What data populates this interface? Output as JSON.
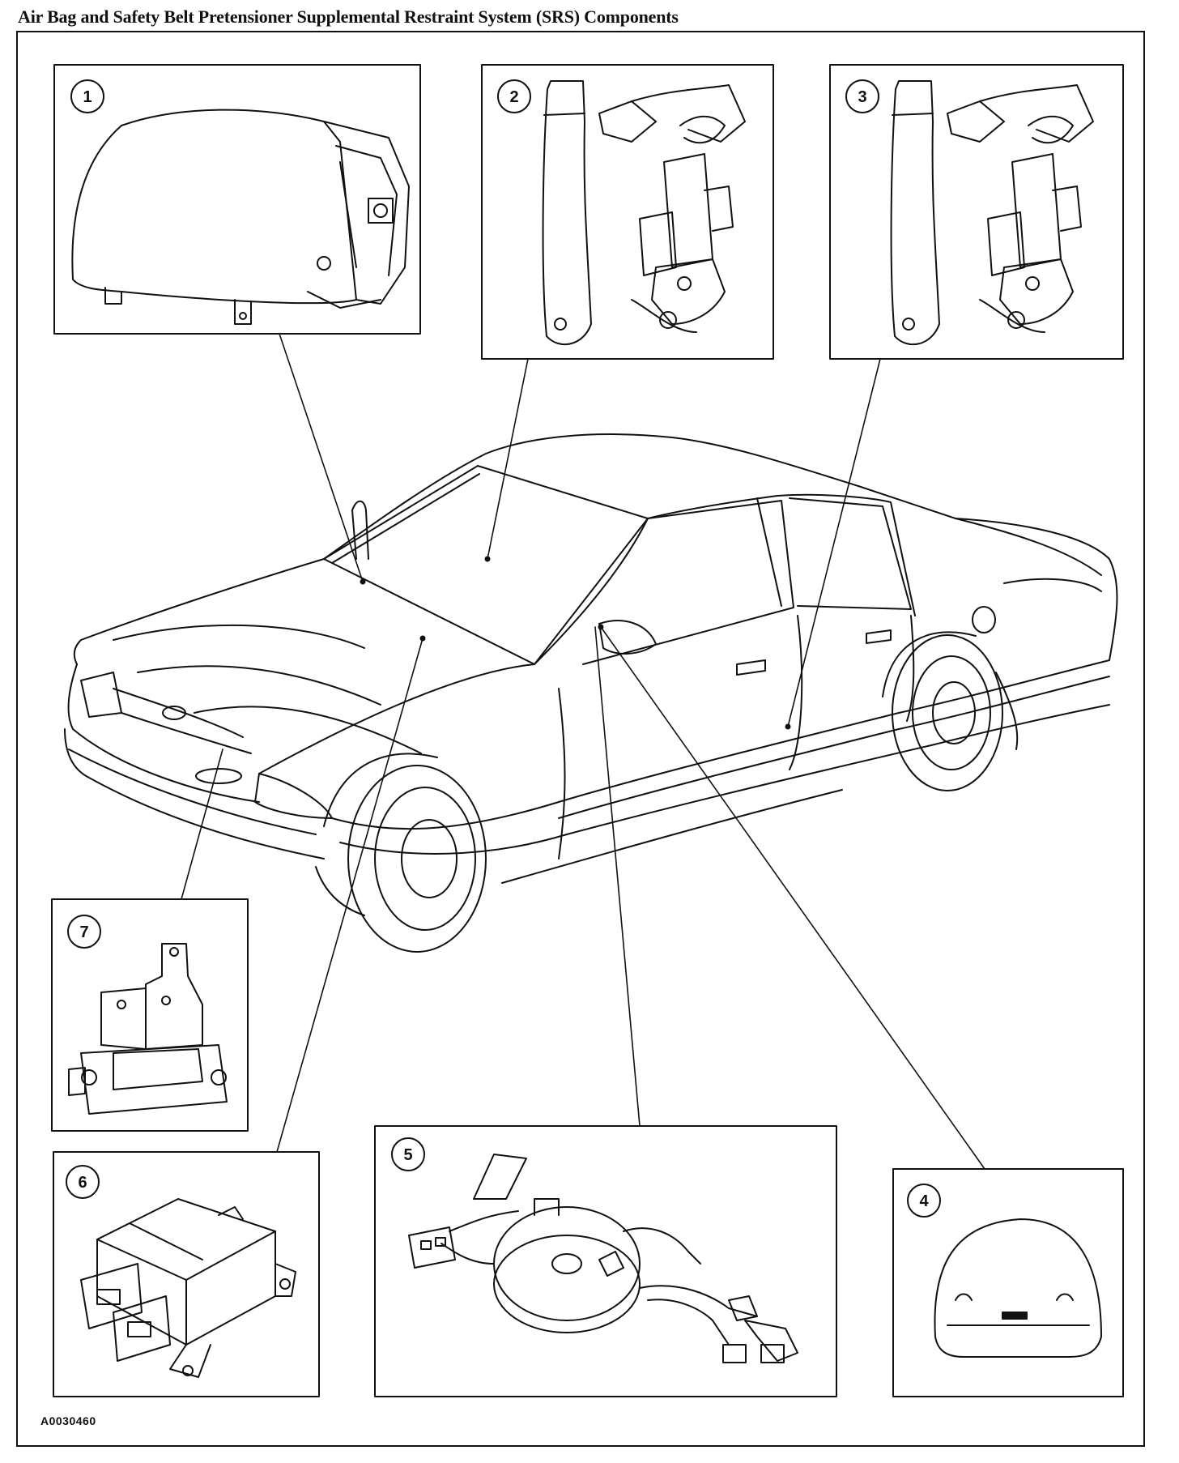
{
  "title": "Air Bag and Safety Belt Pretensioner Supplemental Restraint System (SRS) Components",
  "figure_code": "A0030460",
  "callouts": [
    {
      "id": "1",
      "component": "passenger-air-bag-module"
    },
    {
      "id": "2",
      "component": "driver-safety-belt-pretensioner"
    },
    {
      "id": "3",
      "component": "passenger-safety-belt-pretensioner"
    },
    {
      "id": "4",
      "component": "driver-air-bag-module"
    },
    {
      "id": "5",
      "component": "air-bag-clockspring"
    },
    {
      "id": "6",
      "component": "restraints-control-module"
    },
    {
      "id": "7",
      "component": "front-impact-severity-sensor"
    }
  ]
}
